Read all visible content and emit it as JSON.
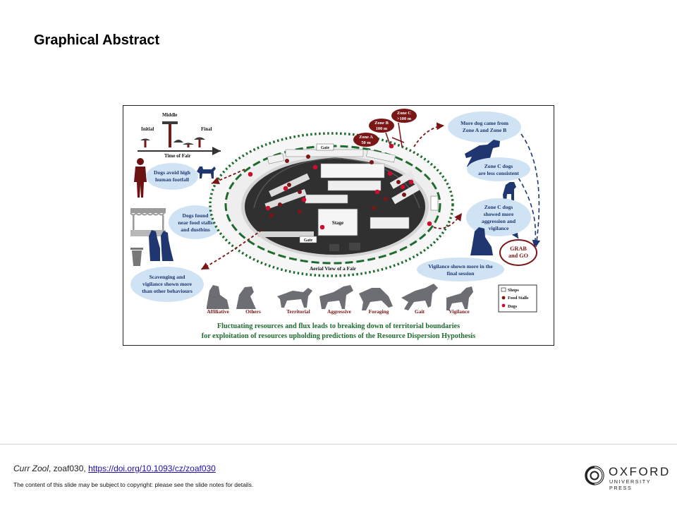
{
  "slide": {
    "title": "Graphical Abstract"
  },
  "figure": {
    "timeline": {
      "labels": [
        "Initial",
        "Middle",
        "Final"
      ],
      "axis_label": "Time of Fair"
    },
    "bubbles": {
      "human": [
        "Dogs avoid high",
        "human footfall"
      ],
      "food": [
        "Dogs found",
        "near food stalls",
        "and dustbins"
      ],
      "scavenging": [
        "Scavenging and",
        "vigilance shown more",
        "than other behaviours"
      ],
      "more_dogs": [
        "More dog came from",
        "Zone A and Zone B"
      ],
      "zone_c_consistent": [
        "Zone C dogs",
        "are less consistent"
      ],
      "zone_c_aggression": [
        "Zone C dogs",
        "showed more",
        "aggression and",
        "vigilance"
      ],
      "vigilance_final": [
        "Vigilance shown more in the",
        "final session"
      ],
      "grab_go": [
        "GRAB",
        "and GO"
      ]
    },
    "zones": [
      {
        "name": "Zone A",
        "dist": "50 m"
      },
      {
        "name": "Zone B",
        "dist": "100 m"
      },
      {
        "name": "Zone C",
        "dist": ">100 m"
      }
    ],
    "map": {
      "stage": "Stage",
      "gate": "Gate",
      "caption": "Aerial View of a Fair"
    },
    "behaviours": [
      "Affiliative",
      "Others",
      "Territorial",
      "Aggressive",
      "Foraging",
      "Gait",
      "Vigilance"
    ],
    "legend": [
      "Shops",
      "Food Stalls",
      "Dogs"
    ],
    "conclusion": [
      "Fluctuating resources and flux leads to breaking down of territorial boundaries",
      "for exploitation of resources upholding predictions of the Resource Dispersion Hypothesis"
    ],
    "colors": {
      "bubble": "#cfe3f5",
      "navy": "#1f3670",
      "maroon": "#7a1616",
      "green": "#1e6b2e",
      "silhouette": "#6d6e74"
    }
  },
  "footer": {
    "journal": "Curr Zool",
    "article": ", zoaf030, ",
    "doi": "https://doi.org/10.1093/cz/zoaf030",
    "copyright": "The content of this slide may be subject to copyright: please see the slide notes for details.",
    "logo_word": "OXFORD",
    "logo_sub": "UNIVERSITY PRESS"
  }
}
